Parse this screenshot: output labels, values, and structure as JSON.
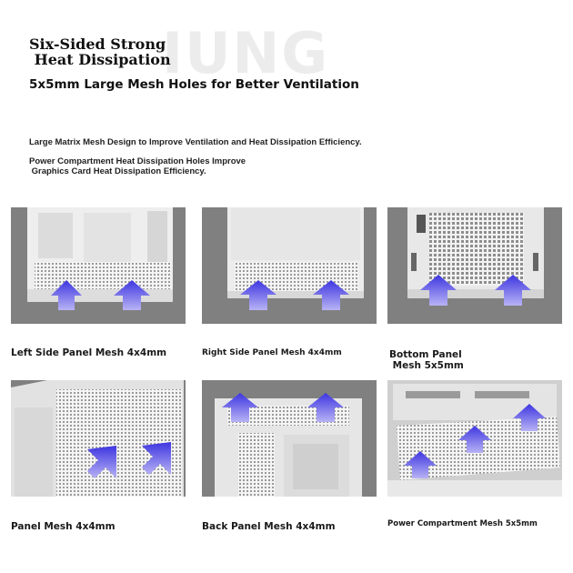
{
  "header": {
    "watermark": "IUNG",
    "headline": "Six-Sided Strong\n Heat Dissipation",
    "subheadline": "5x5mm Large Mesh Holes for Better Ventilation",
    "description_1": "Large Matrix Mesh Design to Improve Ventilation and Heat Dissipation Efficiency.",
    "description_2": "Power Compartment Heat Dissipation Holes Improve\n Graphics Card Heat Dissipation Efficiency."
  },
  "panels": [
    {
      "caption": "Left Side Panel Mesh 4x4mm",
      "image": "case-left-side-mesh"
    },
    {
      "caption": "Right Side Panel Mesh 4x4mm",
      "image": "case-right-side-mesh"
    },
    {
      "caption": "Bottom Panel\n Mesh 5x5mm",
      "image": "case-bottom-mesh"
    },
    {
      "caption": "Panel Mesh 4x4mm",
      "image": "case-front-panel-mesh"
    },
    {
      "caption": "Back Panel Mesh 4x4mm",
      "image": "case-back-panel-mesh"
    },
    {
      "caption": "Power Compartment Mesh 5x5mm",
      "image": "case-psu-compartment-mesh"
    }
  ],
  "colors": {
    "arrow": "#5a4ee0",
    "photo_background": "#808080",
    "case_body": "#e9e9e9"
  }
}
